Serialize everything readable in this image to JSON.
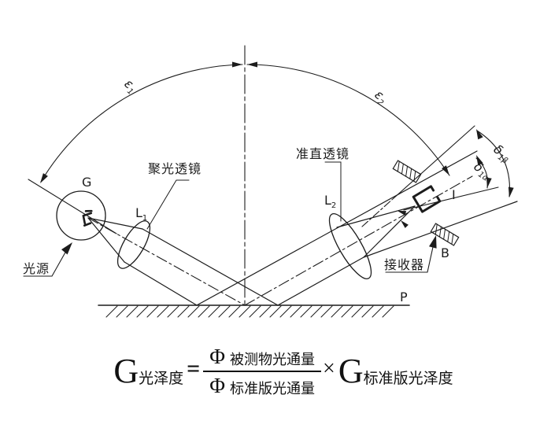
{
  "diagram": {
    "source_label": "光源",
    "condenser_label": "聚光透镜",
    "collimator_label": "准直透镜",
    "receiver_label": "接收器",
    "G": "G",
    "P": "P",
    "B": "B",
    "I": "I",
    "L1": {
      "main": "L",
      "sub": "1"
    },
    "L2": {
      "main": "L",
      "sub": "2"
    },
    "eps1": {
      "main": "ε",
      "sub": "1"
    },
    "eps2": {
      "main": "ε",
      "sub": "2"
    },
    "delta_beta": {
      "main": "δ",
      "sub": "1β"
    },
    "delta_alpha": {
      "main": "δ",
      "sub": "1α"
    }
  },
  "formula": {
    "lhs_main": "G",
    "lhs_sub": "光泽度",
    "equals": "=",
    "numerator_main": "Φ",
    "numerator_sub": "被测物光通量",
    "denominator_main": "Φ",
    "denominator_sub": "标准版光通量",
    "times": "×",
    "rhs_main": "G",
    "rhs_sub": "标准版光泽度"
  },
  "colors": {
    "ink": "#1c1c1c",
    "background": "#ffffff"
  }
}
